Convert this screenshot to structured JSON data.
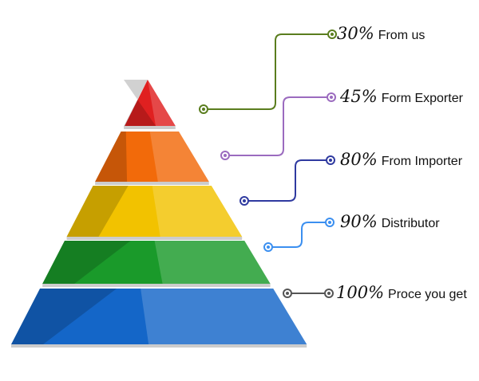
{
  "tiers": [
    {
      "percent": "30%",
      "label": "From us",
      "color": "#5a7d1e",
      "band": "#e02020"
    },
    {
      "percent": "45%",
      "label": "Form Exporter",
      "color": "#9b6bbf",
      "band": "#f26a0a"
    },
    {
      "percent": "80%",
      "label": "From Importer",
      "color": "#2f3aa0",
      "band": "#f2c200"
    },
    {
      "percent": "90%",
      "label": "Distributor",
      "color": "#3b8ff0",
      "band": "#1a9a2a"
    },
    {
      "percent": "100%",
      "label": "Proce you get",
      "color": "#555555",
      "band": "#1466c8"
    }
  ]
}
